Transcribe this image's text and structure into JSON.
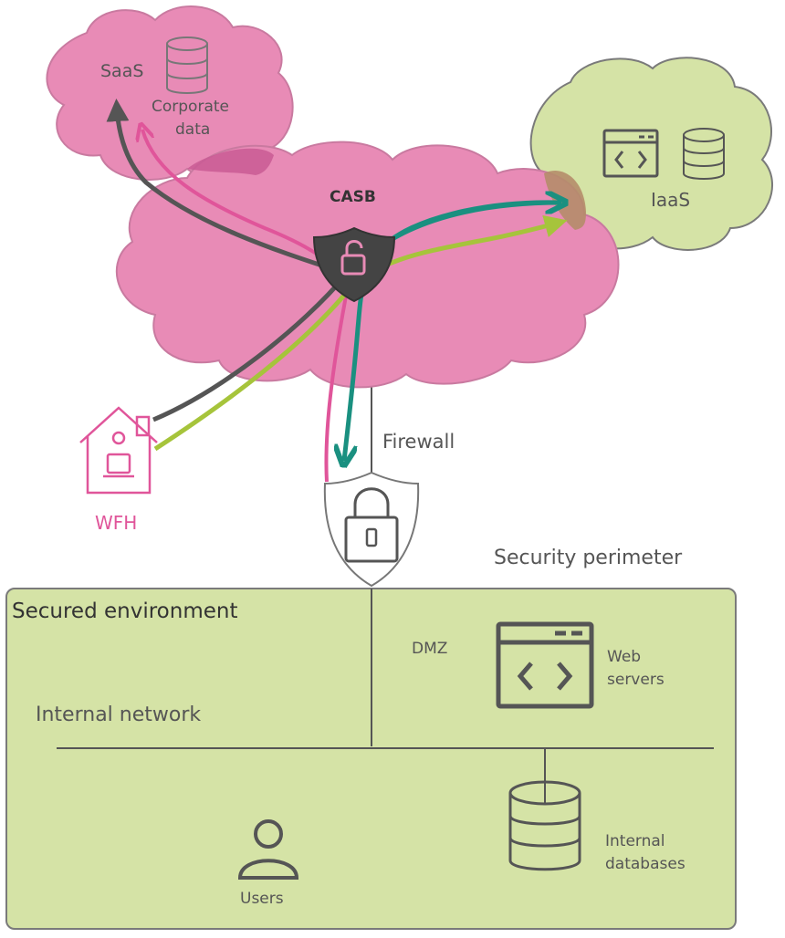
{
  "labels": {
    "saas": "SaaS",
    "corporate_data_1": "Corporate",
    "corporate_data_2": "data",
    "casb": "CASB",
    "iaas": "IaaS",
    "firewall": "Firewall",
    "wfh": "WFH",
    "security_perimeter": "Security perimeter",
    "secured_environment": "Secured environment",
    "dmz": "DMZ",
    "web_servers_1": "Web",
    "web_servers_2": "servers",
    "internal_network": "Internal network",
    "users": "Users",
    "internal_databases_1": "Internal",
    "internal_databases_2": "databases"
  },
  "colors": {
    "pink_cloud": "#e88bb6",
    "pink_cloud_stroke": "#c97aa0",
    "green_fill": "#d5e3a6",
    "green_stroke": "#7a7a7a",
    "dark_arrow": "#555555",
    "pink_arrow": "#e0559a",
    "teal_arrow": "#1a9080",
    "lime_arrow": "#a6c43b",
    "wfh_pink": "#e0559a",
    "icon_gray": "#555555"
  },
  "icons": [
    "database-icon",
    "code-window-icon",
    "shield-lock-icon",
    "padlock-icon",
    "house-icon",
    "laptop-icon",
    "user-icon"
  ]
}
